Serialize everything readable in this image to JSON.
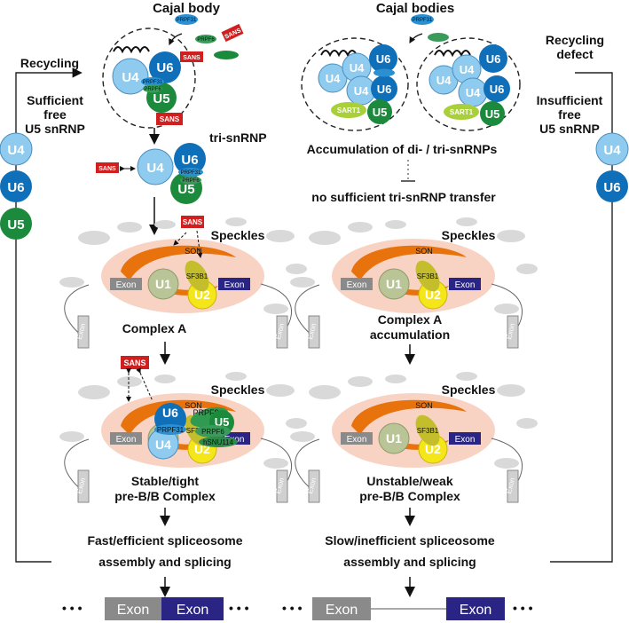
{
  "left": {
    "title": "Cajal body",
    "recycling": "Recycling",
    "sufficient": [
      "Sufficient",
      "free",
      "U5 snRNP"
    ],
    "tri_snrnp": "tri-snRNP",
    "speckles1": "Speckles",
    "complex_a": "Complex A",
    "speckles2": "Speckles",
    "stable": [
      "Stable/tight",
      "pre-B/B Complex"
    ],
    "fast": [
      "Fast/efficient spliceosome",
      "assembly and splicing"
    ]
  },
  "right": {
    "title": "Cajal bodies",
    "defect": [
      "Recycling",
      "defect"
    ],
    "insufficient": [
      "Insufficient",
      "free",
      "U5 snRNP"
    ],
    "accumulation": "Accumulation of di- / tri-snRNPs",
    "no_transfer": "no sufficient tri-snRNP transfer",
    "speckles1": "Speckles",
    "complex_a": [
      "Complex A",
      "accumulation"
    ],
    "speckles2": "Speckles",
    "unstable": [
      "Unstable/weak",
      "pre-B/B Complex"
    ],
    "slow": [
      "Slow/inefficient spliceosome",
      "assembly and splicing"
    ]
  },
  "labels": {
    "u1": "U1",
    "u2": "U2",
    "u4": "U4",
    "u5": "U5",
    "u6": "U6",
    "sans": "SANS",
    "son": "SON",
    "sf3b1": "SF3B1",
    "exon": "Exon",
    "prpf31": "PRPF31",
    "prpf6": "PRPF6",
    "prpf8": "PRPF8",
    "hsnu114": "hSNU114",
    "sart1": "SART1",
    "dots": "• • •"
  },
  "colors": {
    "u1": "#b9c596",
    "u2": "#f5e61a",
    "u4": "#8fcbef",
    "u5": "#1c8a3c",
    "u6": "#0f6fb8",
    "sans": "#d01f1f",
    "son": "#e8720c",
    "sf3b1": "#c4bd2c",
    "nucleus_blob": "#f8d3c4",
    "speckle": "#d9d9d9",
    "exon_grey": "#8a8a8a",
    "exon_blue": "#2a2585",
    "prpf": "#3a9a5a",
    "sart1": "#a9cf3a"
  }
}
